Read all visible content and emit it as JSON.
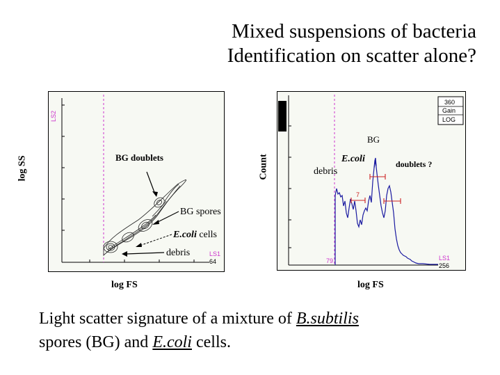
{
  "title": {
    "line1": "Mixed suspensions of bacteria",
    "line2": "Identification on scatter alone?"
  },
  "left_plot": {
    "y_axis_label": "log SS",
    "x_axis_label": "log FS",
    "y_channel": "LS2",
    "x_channel": "LS1",
    "x_channel_value": "64",
    "annotations": {
      "bg_doublets": "BG doublets",
      "bg_spores": "BG spores",
      "ecoli_italic": "E.coli",
      "ecoli_rest": " cells",
      "debris": "debris"
    }
  },
  "right_plot": {
    "y_axis_label": "Count",
    "x_axis_label": "log FS",
    "x_channel": "LS1",
    "x_channel_value": "256",
    "gate_value": "79",
    "marker_label": "7",
    "info_box": [
      "360",
      "Gain",
      "LOG"
    ],
    "annotations": {
      "bg": "BG",
      "ecoli": "E.coli",
      "debris": "debris",
      "doublets": "doublets ?"
    }
  },
  "caption": {
    "line1_prefix": "Light scatter signature of a mixture of ",
    "line1_species": "B.subtilis",
    "line2_prefix": "spores (BG) and ",
    "line2_species": "E.coli",
    "line2_suffix": " cells."
  },
  "colors": {
    "panel_bg": "#f7f9f3",
    "gate_line": "#cc33cc",
    "histogram": "#1a1aa0",
    "marker": "#cc2222",
    "channel_label": "#cc33cc"
  }
}
